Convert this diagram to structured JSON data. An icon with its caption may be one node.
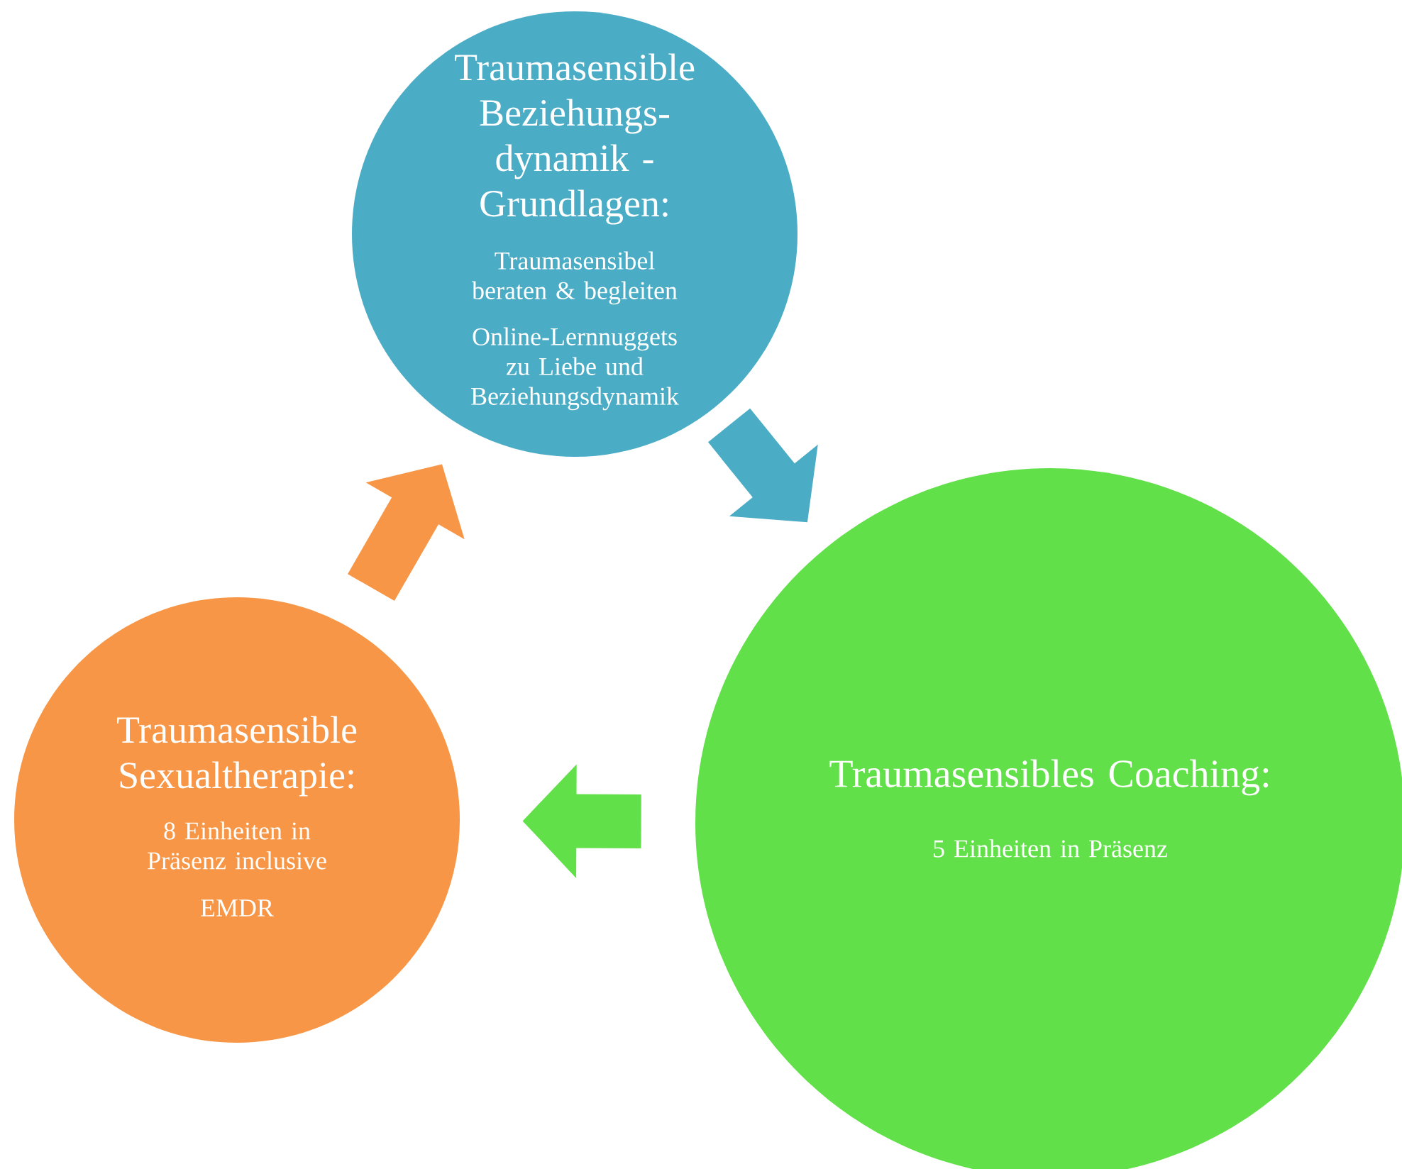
{
  "diagram": {
    "nodes": [
      {
        "text": [
          "Traumasensible Beziehungs- dynamik - Grundlagen:",
          "Traumasensibel beraten & begleiten",
          "Online-Lernnuggets zu Liebe und Beziehungsdynamik"
        ]
      },
      {
        "text": [
          "Traumasensibles Coaching:",
          "5 Einheiten in Präsenz"
        ]
      },
      {
        "text": [
          "Traumasensible Sexualtherapie:",
          "8 Einheiten in Präsenz inclusive",
          "EMDR"
        ]
      }
    ],
    "edges": [
      {
        "from": 0,
        "to": 1,
        "arrow": "to",
        "color": "#4bacc6"
      },
      {
        "from": 1,
        "to": 2,
        "arrow": "to",
        "color": "#62e04a"
      },
      {
        "from": 2,
        "to": 0,
        "arrow": "to",
        "color": "#f79646"
      }
    ]
  }
}
